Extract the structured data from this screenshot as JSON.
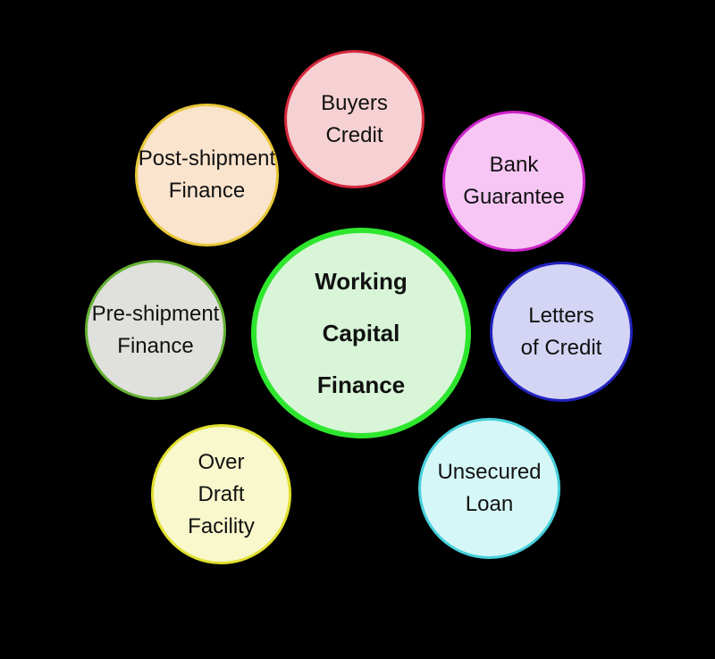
{
  "center": {
    "label": "Working\nCapital\nFinance",
    "fill": "#d8f5d8",
    "border": "#2ee62e"
  },
  "items": [
    {
      "label": "Buyers\nCredit",
      "fill": "#f6d1d4",
      "border": "#d6283c"
    },
    {
      "label": "Bank\nGuarantee",
      "fill": "#f7c6f4",
      "border": "#cc22c8"
    },
    {
      "label": "Letters\nof Credit",
      "fill": "#d4d4f4",
      "border": "#2222c0"
    },
    {
      "label": "Unsecured\nLoan",
      "fill": "#d6f7f7",
      "border": "#46d0dc"
    },
    {
      "label": "Over\nDraft\nFacility",
      "fill": "#f8f8cc",
      "border": "#e0e030"
    },
    {
      "label": "Pre-shipment\nFinance",
      "fill": "#e0e0dd",
      "border": "#66b236"
    },
    {
      "label": "Post-shipment\nFinance",
      "fill": "#fbe4ce",
      "border": "#e8c83a"
    }
  ],
  "background": "#000000"
}
